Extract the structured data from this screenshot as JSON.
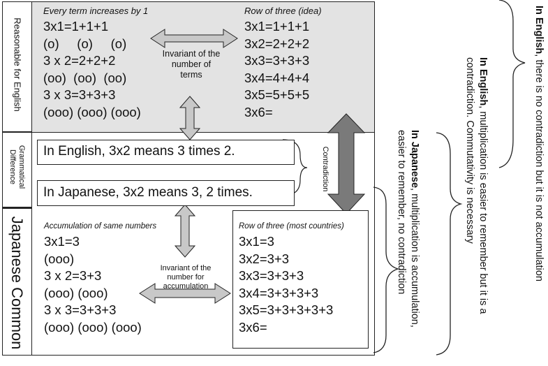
{
  "sections": {
    "top_label": "Reasonable for English",
    "middle_label": "Grammatical Difference",
    "bottom_label": "Japanese Common"
  },
  "top_left": {
    "heading": "Every term increases by 1",
    "lines": [
      "3x1=1+1+1",
      "(o)     (o)     (o)",
      "3 x 2=2+2+2",
      "(oo)  (oo)  (oo)",
      "3 x 3=3+3+3",
      "(ooo) (ooo) (ooo)"
    ]
  },
  "top_right": {
    "heading": "Row of three (idea)",
    "lines": [
      "3x1=1+1+1",
      "3x2=2+2+2",
      "3x3=3+3+3",
      "3x4=4+4+4",
      "3x5=5+5+5",
      "3x6="
    ]
  },
  "invariant_terms": "Invariant of the number of terms",
  "english_box": "In English, 3x2 means 3 times 2.",
  "japanese_box": "In Japanese, 3x2 means 3, 2 times.",
  "contradiction": "Contradiction",
  "bottom_left": {
    "heading": "Accumulation of same numbers",
    "lines": [
      "3x1=3",
      "(ooo)",
      "3 x 2=3+3",
      "(ooo) (ooo)",
      "3 x 3=3+3+3",
      "(ooo) (ooo) (ooo)"
    ]
  },
  "bottom_right": {
    "heading": "Row of three (most countries)",
    "lines": [
      "3x1=3",
      "3x2=3+3",
      "3x3=3+3+3",
      "3x4=3+3+3+3",
      "3x5=3+3+3+3+3",
      "3x6="
    ]
  },
  "invariant_accumulation": "Invariant of the number for accumulation",
  "side_notes": [
    {
      "bold": "In English",
      "text": ", there is no contradiction but it is not accumulation"
    },
    {
      "bold": "In English",
      "text": ", multiplication is easier to remember but it is a contradiction. Commutativity is necessary"
    },
    {
      "bold": "In Japanese",
      "text": ", multiplication is accumulation, easier to remember, no contradiction"
    }
  ],
  "colors": {
    "shaded": "#e3e3e3",
    "arrow_fill": "#c8c8c8",
    "arrow_dark": "#7a7a7a",
    "stroke": "#222222"
  }
}
